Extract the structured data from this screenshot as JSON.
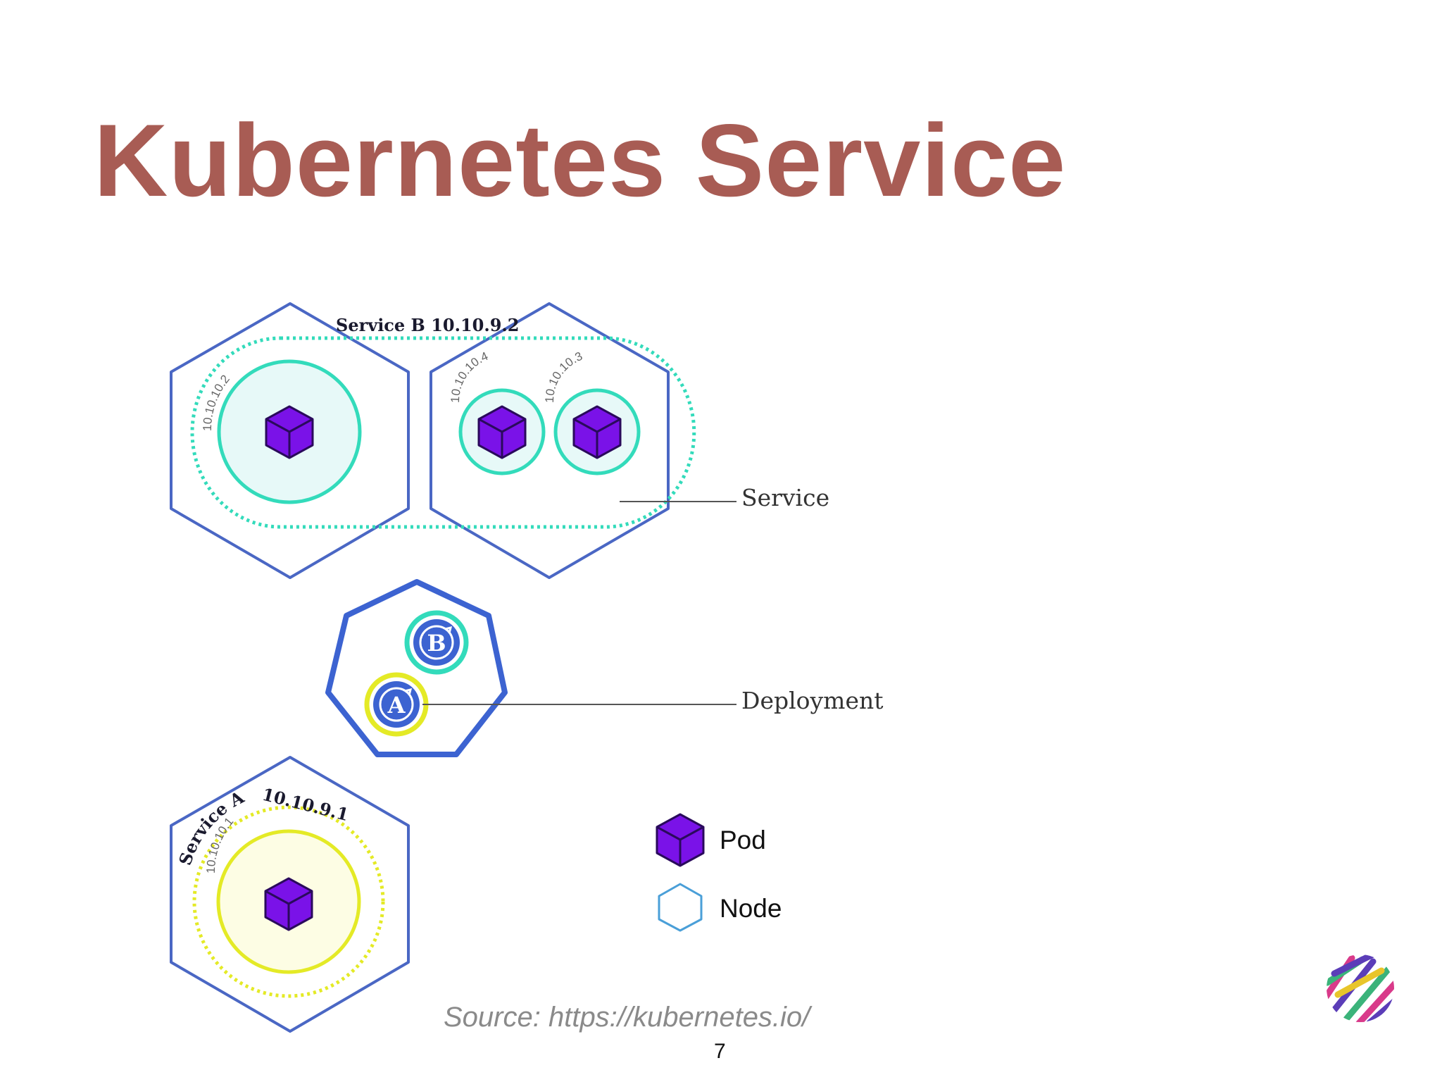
{
  "slide": {
    "title": "Kubernetes Service",
    "source": "Source: https://kubernetes.io/",
    "page_number": "7"
  },
  "diagram": {
    "service_b_label": "Service B 10.10.9.2",
    "service_a_label": "Service A",
    "service_a_ip": "10.10.9.1",
    "pod_ips": [
      "10.10.10.2",
      "10.10.10.4",
      "10.10.10.3",
      "10.10.10.1"
    ],
    "callouts": {
      "service": "Service",
      "deployment": "Deployment"
    },
    "deployment_badges": [
      "B",
      "A"
    ]
  },
  "legend": {
    "pod": "Pod",
    "node": "Node"
  },
  "colors": {
    "title": "#a85c54",
    "node_stroke": "#4a67c4",
    "service_b_teal": "#33dbbb",
    "service_a_yellow": "#e4ea26",
    "pod_purple": "#7a12e8",
    "deployment_blue": "#3c63d1"
  },
  "icons": [
    "pod-cube-icon",
    "node-hexagon-icon",
    "deployment-heptagon-icon",
    "rollout-arrow-icon",
    "logo-mark"
  ]
}
